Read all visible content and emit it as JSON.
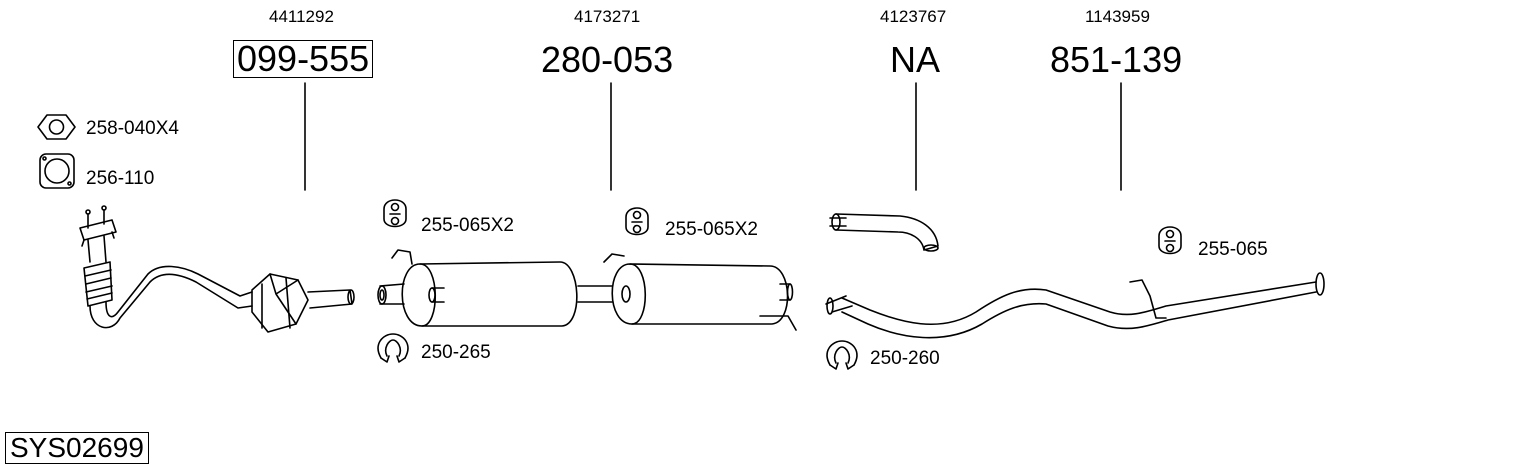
{
  "oem_numbers": [
    "4411292",
    "4173271",
    "4123767",
    "1143959"
  ],
  "main_parts": [
    "099-555",
    "280-053",
    "NA",
    "851-139"
  ],
  "accessories": {
    "nut": "258-040X4",
    "gasket": "256-110",
    "hanger_1": "255-065X2",
    "hanger_2": "255-065X2",
    "clamp_1": "250-265",
    "clamp_2": "250-260",
    "hanger_3": "255-065"
  },
  "system_code": "SYS02699"
}
